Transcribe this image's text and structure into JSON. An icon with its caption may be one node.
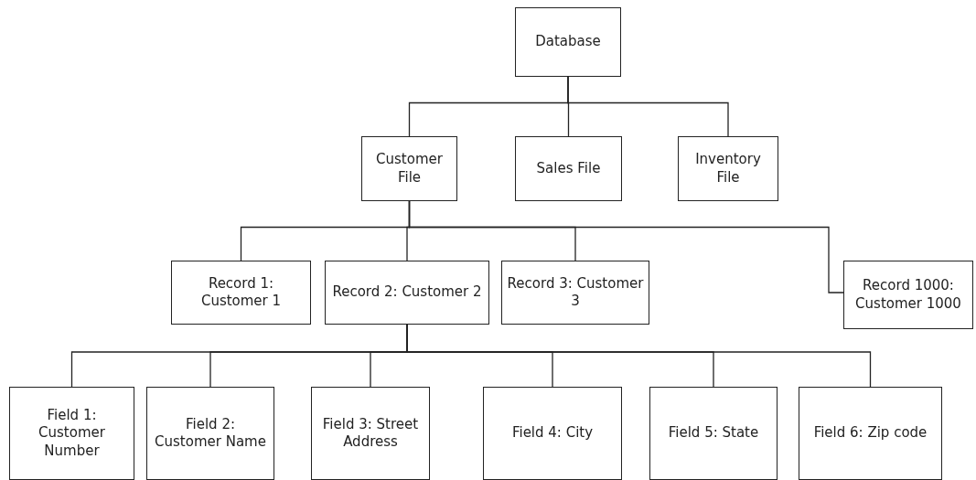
{
  "diagram": {
    "nodes": [
      {
        "text": [
          "Database"
        ]
      },
      {
        "text": [
          "Customer File"
        ]
      },
      {
        "text": [
          "Sales File"
        ]
      },
      {
        "text": [
          "Inventory File"
        ]
      },
      {
        "text": [
          "Record 1: Customer 1"
        ]
      },
      {
        "text": [
          "Record 2: Customer 2"
        ]
      },
      {
        "text": [
          "Record 3: Customer 3"
        ]
      },
      {
        "text": [
          "Record 1000: Customer 1000"
        ]
      },
      {
        "text": [
          "Field 1: Customer Number"
        ]
      },
      {
        "text": [
          "Field 2: Customer Name"
        ]
      },
      {
        "text": [
          "Field 3: Street Address"
        ]
      },
      {
        "text": [
          "Field 4: City"
        ]
      },
      {
        "text": [
          "Field 5: State"
        ]
      },
      {
        "text": [
          "Field 6: Zip code"
        ]
      }
    ],
    "edges": [
      {
        "from": 0,
        "to": 1,
        "arrow": "none"
      },
      {
        "from": 0,
        "to": 2,
        "arrow": "none"
      },
      {
        "from": 0,
        "to": 3,
        "arrow": "none"
      },
      {
        "from": 1,
        "to": 4,
        "arrow": "none"
      },
      {
        "from": 1,
        "to": 5,
        "arrow": "none"
      },
      {
        "from": 1,
        "to": 6,
        "arrow": "none"
      },
      {
        "from": 1,
        "to": 7,
        "arrow": "none"
      },
      {
        "from": 5,
        "to": 8,
        "arrow": "none"
      },
      {
        "from": 5,
        "to": 9,
        "arrow": "none"
      },
      {
        "from": 5,
        "to": 10,
        "arrow": "none"
      },
      {
        "from": 5,
        "to": 11,
        "arrow": "none"
      },
      {
        "from": 5,
        "to": 12,
        "arrow": "none"
      },
      {
        "from": 5,
        "to": 13,
        "arrow": "none"
      }
    ]
  }
}
